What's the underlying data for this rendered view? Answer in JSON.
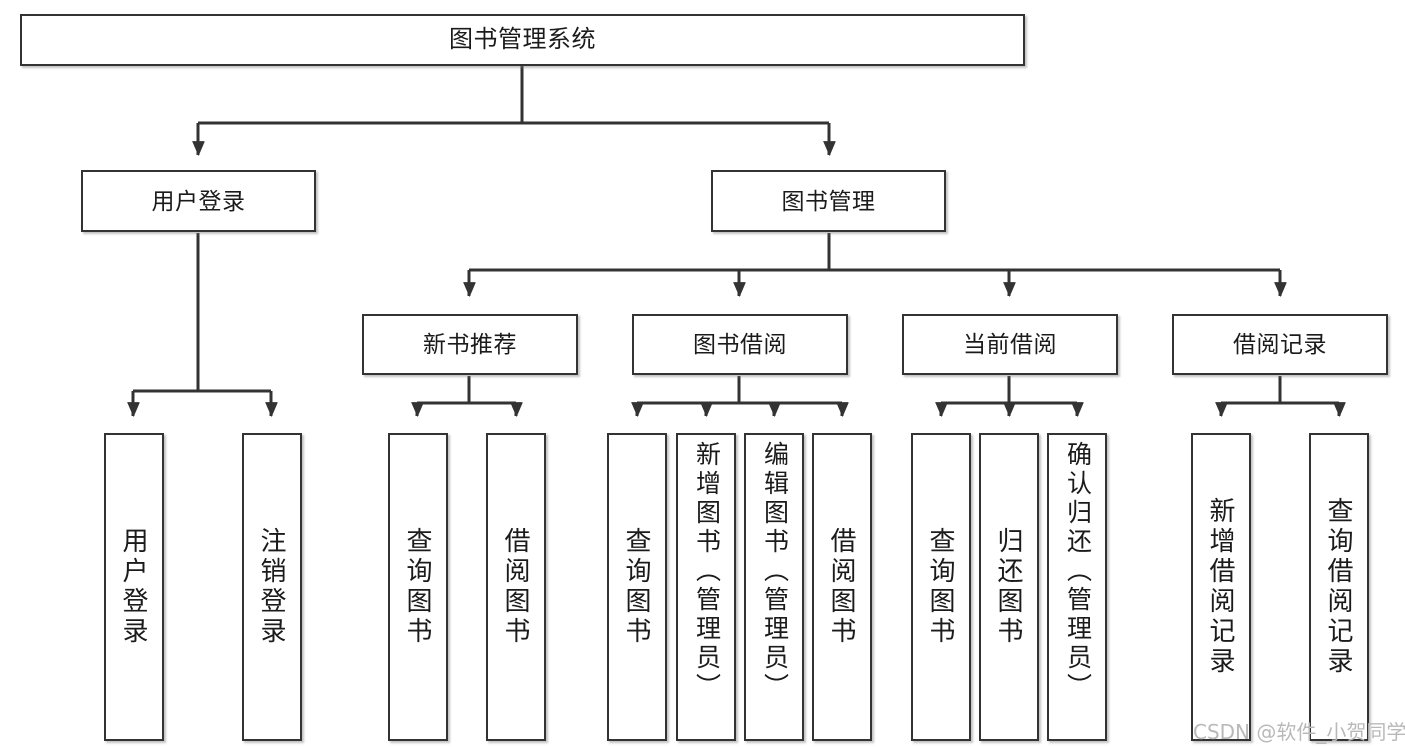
{
  "diagram": {
    "title": "图书管理系统",
    "type": "tree-hierarchy",
    "root": {
      "label": "图书管理系统"
    },
    "level2": [
      {
        "label": "用户登录"
      },
      {
        "label": "图书管理"
      }
    ],
    "level3": [
      {
        "label": "新书推荐"
      },
      {
        "label": "图书借阅"
      },
      {
        "label": "当前借阅"
      },
      {
        "label": "借阅记录"
      }
    ],
    "leaves": {
      "user_login": [
        {
          "label": "用户登录"
        },
        {
          "label": "注销登录"
        }
      ],
      "new_book": [
        {
          "label": "查询图书"
        },
        {
          "label": "借阅图书"
        }
      ],
      "book_borrow": [
        {
          "label": "查询图书"
        },
        {
          "label": "新增图书（管理员）"
        },
        {
          "label": "编辑图书（管理员）"
        },
        {
          "label": "借阅图书"
        }
      ],
      "current_borrow": [
        {
          "label": "查询图书"
        },
        {
          "label": "归还图书"
        },
        {
          "label": "确认归还（管理员）"
        }
      ],
      "borrow_record": [
        {
          "label": "新增借阅记录"
        },
        {
          "label": "查询借阅记录"
        }
      ]
    }
  },
  "watermark": {
    "text": "CSDN @软件_小贺同学"
  },
  "colors": {
    "stroke": "#333333",
    "fill": "#ffffff",
    "text": "#1b1b1b",
    "watermark": "#b9b9b9"
  }
}
